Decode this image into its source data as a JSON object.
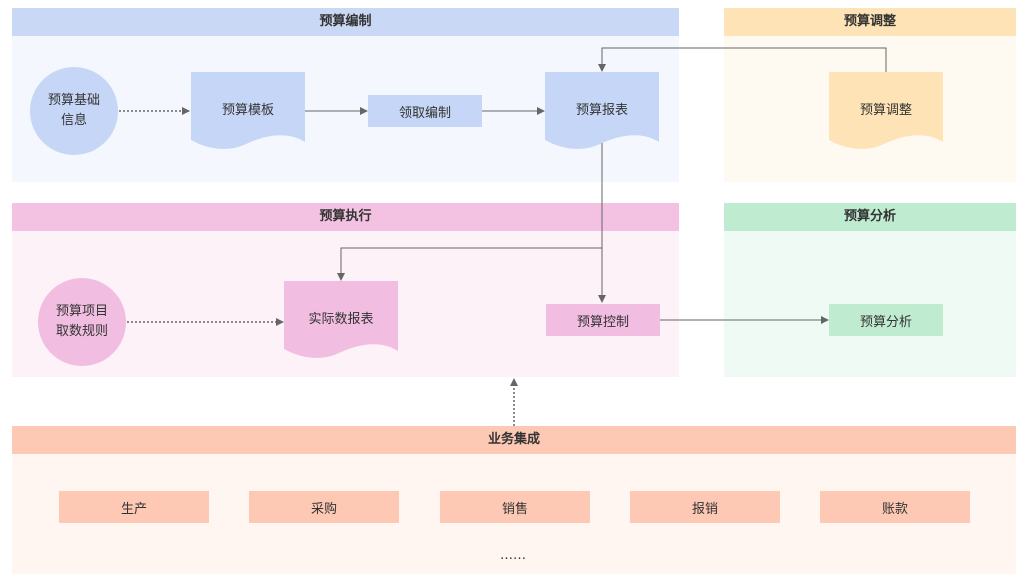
{
  "colors": {
    "blue_header": "#c9d8f5",
    "blue_bg": "#f4f7fd",
    "blue_node": "#c5d6f6",
    "orange_header": "#fde3b5",
    "orange_bg": "#fffaf1",
    "orange_node": "#fde3b5",
    "pink_header": "#f3c2e2",
    "pink_bg": "#fdf2f8",
    "pink_node": "#f1bde0",
    "green_header": "#bfebd0",
    "green_bg": "#eefaf3",
    "green_node": "#bfebd0",
    "salmon_header": "#fdc9b4",
    "salmon_bg": "#fff5f1",
    "salmon_node": "#fdc9b4",
    "arrow": "#666666"
  },
  "panels": {
    "compile": {
      "title": "预算编制"
    },
    "adjust": {
      "title": "预算调整"
    },
    "execute": {
      "title": "预算执行"
    },
    "analysis": {
      "title": "预算分析"
    },
    "integration": {
      "title": "业务集成"
    }
  },
  "nodes": {
    "basic_info": "预算基础\n信息",
    "template": "预算模板",
    "claim": "领取编制",
    "report": "预算报表",
    "adjust": "预算调整",
    "rules": "预算项目\n取数规则",
    "actual_report": "实际数报表",
    "control": "预算控制",
    "analysis": "预算分析"
  },
  "integration_items": [
    "生产",
    "采购",
    "销售",
    "报销",
    "账款"
  ],
  "ellipsis": "……"
}
